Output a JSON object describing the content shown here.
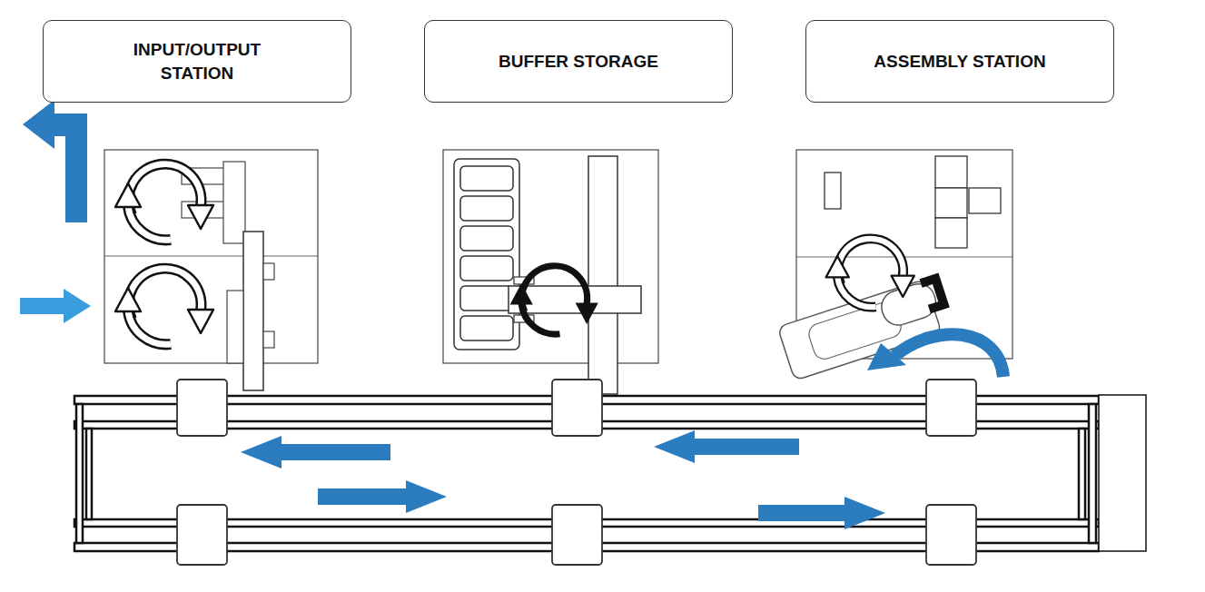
{
  "diagram": {
    "nodes": [
      {
        "text": [
          "INPUT/OUTPUT STATION"
        ]
      },
      {
        "text": [
          "BUFFER STORAGE"
        ]
      },
      {
        "text": [
          "ASSEMBLY STATION"
        ]
      }
    ]
  }
}
